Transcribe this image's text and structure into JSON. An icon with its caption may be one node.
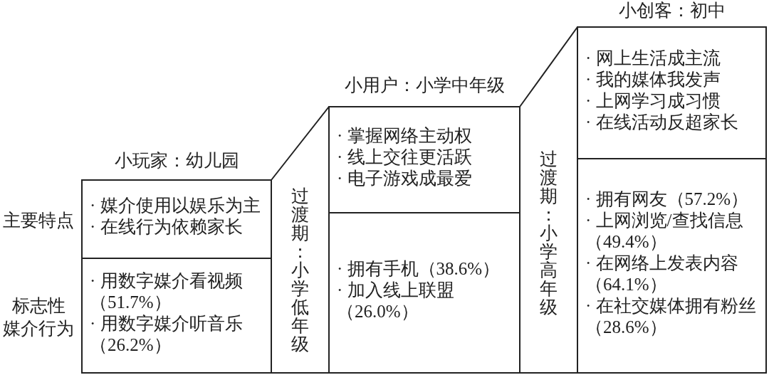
{
  "diagram": {
    "nodes": [
      {
        "text": [
          "小玩家：幼儿园"
        ]
      },
      {
        "text": [
          "· 媒介使用以娱乐为主",
          "· 在线行为依赖家长"
        ],
        "in": 0
      },
      {
        "text": [
          "· 用数字媒介看视频（51.7%）",
          "· 用数字媒介听音乐（26.2%）"
        ],
        "in": 0
      },
      {
        "text": [
          "过渡期：小学低年级"
        ]
      },
      {
        "text": [
          "小用户：小学中年级"
        ]
      },
      {
        "text": [
          "· 掌握网络主动权",
          "· 线上交往更活跃",
          "· 电子游戏成最爱"
        ],
        "in": 4
      },
      {
        "text": [
          "· 拥有手机（38.6%）",
          "· 加入线上联盟（26.0%）"
        ],
        "in": 4
      },
      {
        "text": [
          "过渡期：小学高年级"
        ]
      },
      {
        "text": [
          "小创客：初中"
        ]
      },
      {
        "text": [
          "· 网上生活成主流",
          "· 我的媒体我发声",
          "· 上网学习成习惯",
          "· 在线活动反超家长"
        ],
        "in": 8
      },
      {
        "text": [
          "· 拥有网友（57.2%）",
          "· 上网浏览/查找信息（49.4%）",
          "· 在网络上发表内容（64.1%）",
          "· 在社交媒体拥有粉丝（28.6%）"
        ],
        "in": 8
      }
    ],
    "labels": [
      "主要特点",
      "标志性媒介行为"
    ]
  }
}
